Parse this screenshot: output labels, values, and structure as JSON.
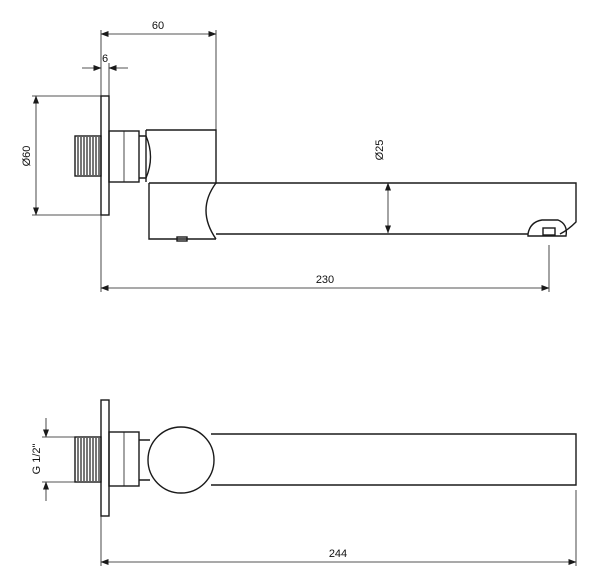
{
  "dimensions": {
    "top_width": "60",
    "flange_thickness": "6",
    "flange_diameter": "Ø60",
    "spout_diameter": "Ø25",
    "top_length": "230",
    "thread": "G 1/2\"",
    "bottom_length": "244"
  },
  "colors": {
    "line": "#1a1a1a",
    "background": "#ffffff"
  }
}
